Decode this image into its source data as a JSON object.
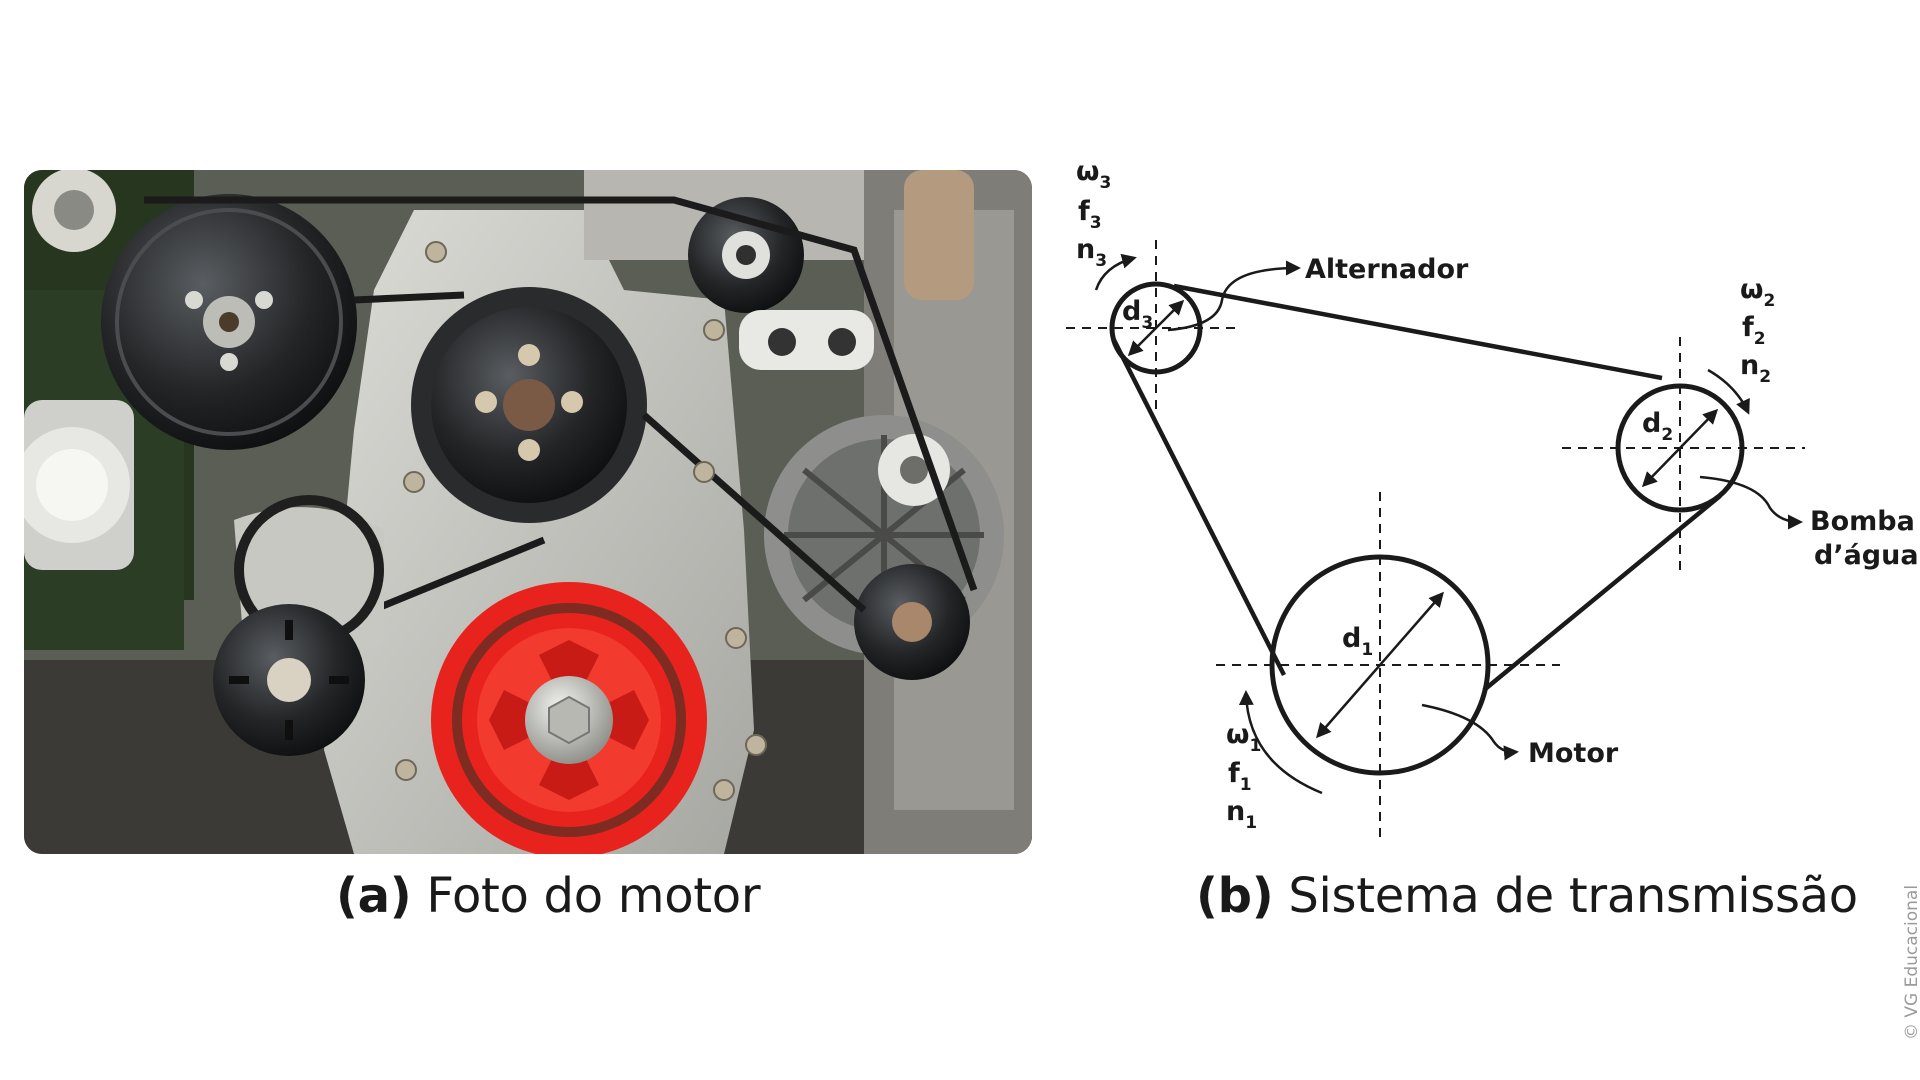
{
  "photo": {
    "caption_letter": "(a)",
    "caption_text": "Foto do motor"
  },
  "diagram": {
    "caption_letter": "(b)",
    "caption_text": "Sistema de transmissão",
    "pulleys": {
      "motor": {
        "label": "Motor",
        "d": "d",
        "d_sub": "1",
        "w": "ω",
        "w_sub": "1",
        "f": "f",
        "f_sub": "1",
        "n": "n",
        "n_sub": "1"
      },
      "water_pump": {
        "label_line1": "Bomba",
        "label_line2": "d’água",
        "d": "d",
        "d_sub": "2",
        "w": "ω",
        "w_sub": "2",
        "f": "f",
        "f_sub": "2",
        "n": "n",
        "n_sub": "2"
      },
      "alternator": {
        "label": "Alternador",
        "d": "d",
        "d_sub": "3",
        "w": "ω",
        "w_sub": "3",
        "f": "f",
        "f_sub": "3",
        "n": "n",
        "n_sub": "3"
      }
    }
  },
  "credit": "© VG Educacional",
  "colors": {
    "ink": "#1a1a1a",
    "red_pulley": "#e8221c",
    "engine_block": "#c9c9c4"
  }
}
